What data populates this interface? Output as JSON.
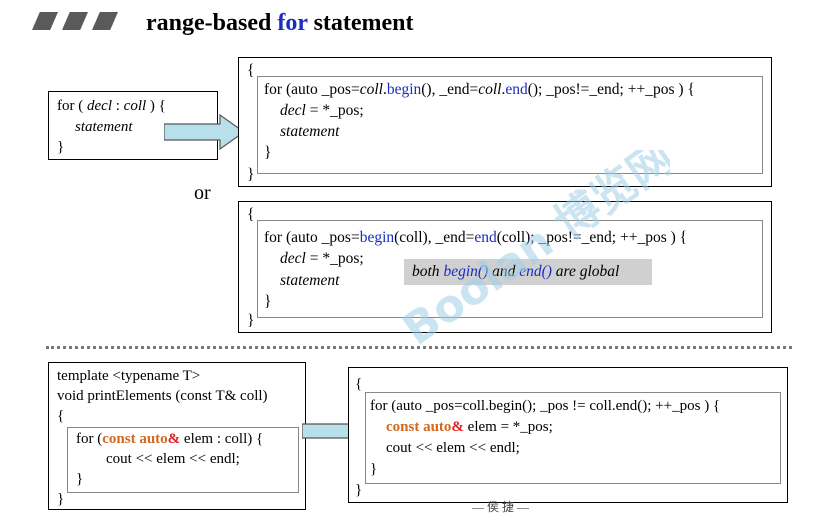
{
  "title": {
    "pre": "range-based ",
    "kw": "for",
    "post": " statement"
  },
  "left_box": {
    "line1_pre": "for ( ",
    "line1_decl": "decl",
    "line1_mid": " : ",
    "line1_coll": "coll",
    "line1_post": " ) {",
    "line2": "statement",
    "line3": "}"
  },
  "or_label": "or",
  "box1": {
    "open": "{",
    "l1_a": "for (auto _pos=",
    "l1_coll1": "coll",
    "l1_b": ".",
    "l1_begin": "begin",
    "l1_c": "(), _end=",
    "l1_coll2": "coll",
    "l1_d": ".",
    "l1_end": "end",
    "l1_e": "();  _pos!=_end; ++_pos ) {",
    "l2_decl": "decl",
    "l2_rest": " = *_pos;",
    "l3": "statement",
    "l4": "}",
    "close": "}"
  },
  "box2": {
    "open": "{",
    "l1_a": "for  (auto _pos=",
    "l1_begin": "begin",
    "l1_b": "(coll), _end=",
    "l1_end": "end",
    "l1_c": "(coll);  _pos!=_end;  ++_pos  )  {",
    "l2_decl": "decl",
    "l2_rest": "  =  *_pos;",
    "l3": "statement",
    "l4": "}",
    "close": "}",
    "note_a": "both ",
    "note_begin": "begin()",
    "note_b": " and ",
    "note_end": "end()",
    "note_c": " are global"
  },
  "template_box": {
    "l1": "template <typename T>",
    "l2": "void printElements (const T& coll)",
    "open": "{",
    "in_l1_a": "for (",
    "in_l1_const": "const auto",
    "in_l1_amp": "&",
    "in_l1_b": " elem : coll) {",
    "in_l2": "cout << elem << endl;",
    "in_l3": "}",
    "close": "}"
  },
  "box3": {
    "open": "{",
    "l1": "for (auto _pos=coll.begin();  _pos != coll.end(); ++_pos ) {",
    "l2_const": "const auto",
    "l2_amp": "&",
    "l2_rest": " elem = *_pos;",
    "l3": "cout << elem << endl;",
    "l4": "}",
    "close": "}"
  },
  "footer": "— 侯 捷 —",
  "watermark": "Boolan 博览网",
  "colors": {
    "keyword_blue": "#1a2dbf",
    "const_orange": "#d2691e",
    "amp_red": "#e02020",
    "note_bg": "#d0d0d0",
    "arrow_fill": "#b8e0ea",
    "watermark": "#9fd0e6"
  }
}
